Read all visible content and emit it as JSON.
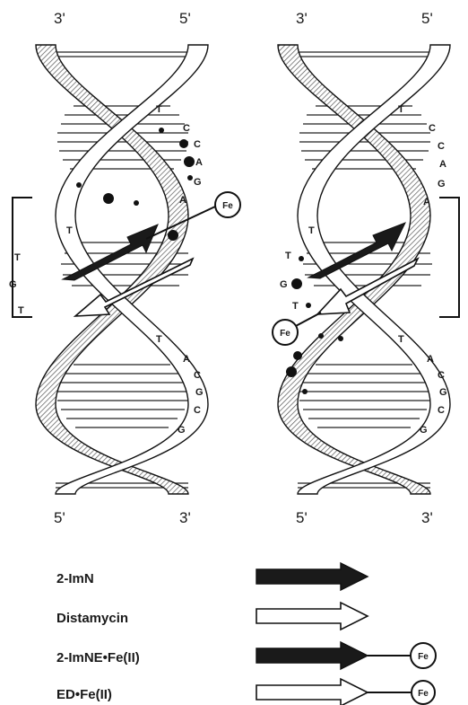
{
  "helix_left": {
    "top_labels": [
      "3'",
      "5'"
    ],
    "bottom_labels": [
      "5'",
      "3'"
    ],
    "bases_upper_right": [
      "T",
      "C",
      "C",
      "A",
      "G",
      "A"
    ],
    "bases_middle_left": [
      "T",
      "T",
      "G",
      "T"
    ],
    "bases_lower_right": [
      "T",
      "A",
      "C",
      "G",
      "C",
      "G"
    ],
    "fe_label": "Fe"
  },
  "helix_right": {
    "top_labels": [
      "3'",
      "5'"
    ],
    "bottom_labels": [
      "5'",
      "3'"
    ],
    "bases_upper_right": [
      "T",
      "C",
      "C",
      "A",
      "G",
      "A"
    ],
    "bases_middle_left": [
      "T",
      "T",
      "G",
      "T"
    ],
    "bases_lower_right": [
      "T",
      "A",
      "C",
      "G",
      "C",
      "G"
    ],
    "fe_label": "Fe"
  },
  "legend": [
    {
      "label": "2-ImN",
      "fill": "#1a1a1a",
      "fe": ""
    },
    {
      "label": "Distamycin",
      "fill": "#ffffff",
      "fe": ""
    },
    {
      "label": "2-ImNE•Fe(II)",
      "fill": "#1a1a1a",
      "fe": "Fe"
    },
    {
      "label": "ED•Fe(II)",
      "fill": "#ffffff",
      "fe": "Fe"
    }
  ]
}
